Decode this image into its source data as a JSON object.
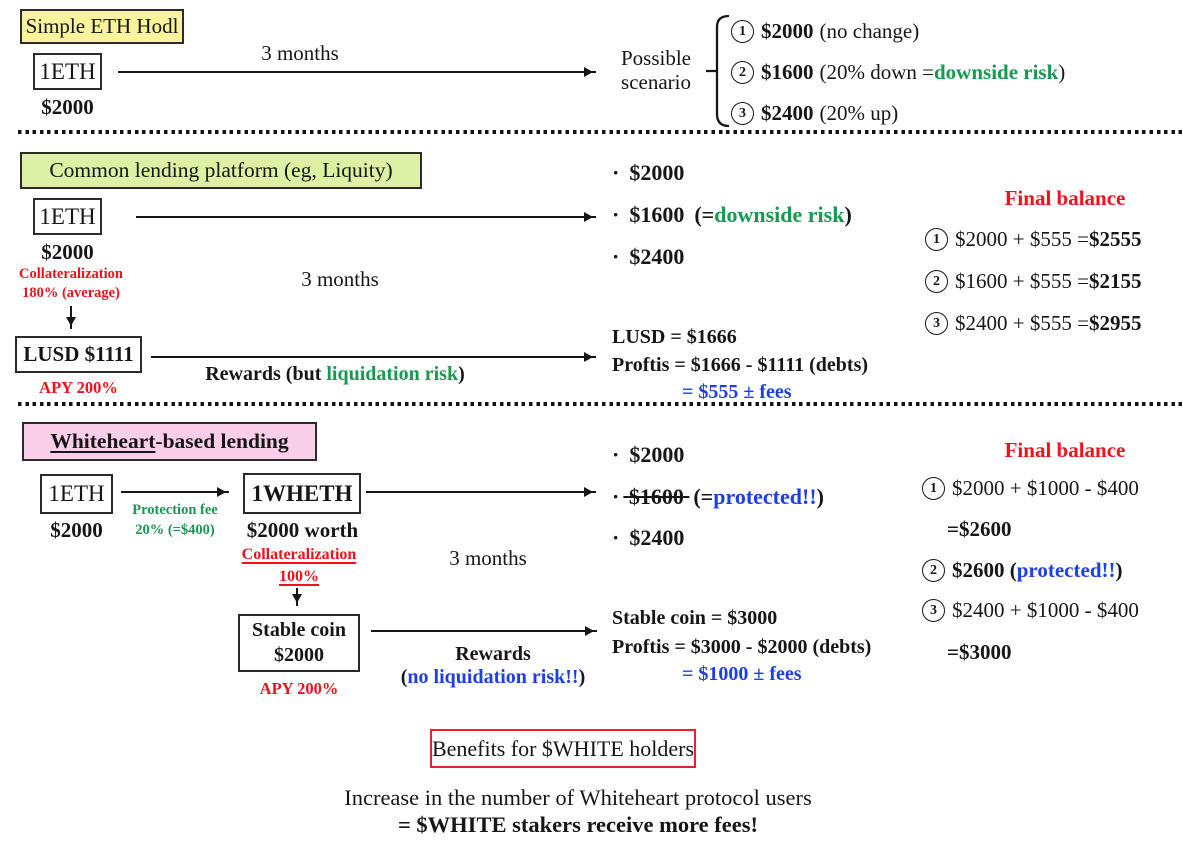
{
  "colors": {
    "red": "#f2111a",
    "green": "#169a4f",
    "blue": "#1c3fe8",
    "yellow": "#faf39e",
    "green_bg": "#ddf0a4",
    "pink_bg": "#f8cee8",
    "footer_border": "#e3242b"
  },
  "s1": {
    "title": "Simple ETH Hodl",
    "asset_label": "1ETH",
    "asset_value": "$2000",
    "duration": "3 months",
    "scenario_line1": "Possible",
    "scenario_line2": "scenario",
    "row1": {
      "num": "1",
      "amount": "$2000",
      "rest": "(no change)"
    },
    "row2": {
      "num": "2",
      "amount": "$1600",
      "pre": "(20% down = ",
      "em": "downside risk",
      "post": " )"
    },
    "row3": {
      "num": "3",
      "amount": "$2400",
      "rest": "(20% up)"
    }
  },
  "s2": {
    "title": "Common lending platform (eg, Liquity)",
    "asset_label": "1ETH",
    "asset_value": "$2000",
    "collat_line1": "Collateralization",
    "collat_line2": "180% (average)",
    "duration": "3 months",
    "debt_label": "LUSD $1111",
    "apy": "APY 200%",
    "rewards_pre": "Rewards (but ",
    "rewards_em": "liquidation risk",
    "rewards_post": ")",
    "out1": {
      "bullet": "·",
      "amount": "$2000"
    },
    "out2": {
      "bullet": "·",
      "amount": "$1600",
      "pre": "(= ",
      "em": "downside risk",
      "post": " )"
    },
    "out3": {
      "bullet": "·",
      "amount": "$2400"
    },
    "result1": "LUSD = $1666",
    "result2": "Proftis = $1666 - $1111 (debts)",
    "result3": "= $555 ± fees",
    "final_title": "Final balance",
    "fb1": {
      "num": "1",
      "expr": "$2000 + $555 = ",
      "sum": "$2555"
    },
    "fb2": {
      "num": "2",
      "expr": "$1600 + $555 = ",
      "sum": "$2155"
    },
    "fb3": {
      "num": "3",
      "expr": "$2400 + $555 = ",
      "sum": "$2955"
    }
  },
  "s3": {
    "title_em": "Whiteheart",
    "title_rest": "-based lending",
    "asset_label": "1ETH",
    "asset_value": "$2000",
    "fee_line1": "Protection fee",
    "fee_line2": "20% (=$400)",
    "wrapped_label": "1WHETH",
    "wrapped_value": "$2000 worth",
    "collat_line1": "Collateralization",
    "collat_line2": "100%",
    "duration": "3 months",
    "stable_line1": "Stable coin",
    "stable_line2": "$2000",
    "apy": "APY 200%",
    "rewards_line1": "Rewards",
    "rewards_open": "(",
    "rewards_em": "no liquidation risk!!",
    "rewards_close": ")",
    "out1": {
      "bullet": "·",
      "amount": "$2000"
    },
    "out2": {
      "bullet": "·",
      "amount": "$1600",
      "pre": "(= ",
      "em": "protected!!",
      "post": ")"
    },
    "out3": {
      "bullet": "·",
      "amount": "$2400"
    },
    "result1": "Stable coin = $3000",
    "result2": "Proftis = $3000 - $2000 (debts)",
    "result3": "= $1000 ± fees",
    "final_title": "Final balance",
    "fb1": {
      "num": "1",
      "expr": "$2000 + $1000 - $400"
    },
    "fb2": {
      "eq": "= ",
      "sum": "$2600"
    },
    "fb3": {
      "num": "2",
      "pre": "$2600 (",
      "em": "protected!!",
      "post": ")"
    },
    "fb4": {
      "num": "3",
      "expr": "$2400 + $1000 - $400"
    },
    "fb5": {
      "eq": "= ",
      "sum": "$3000"
    }
  },
  "footer": {
    "box_label": "Benefits for $WHITE holders",
    "line1": "Increase in the number of Whiteheart protocol users",
    "line2": "=  $WHITE stakers receive more fees!"
  }
}
